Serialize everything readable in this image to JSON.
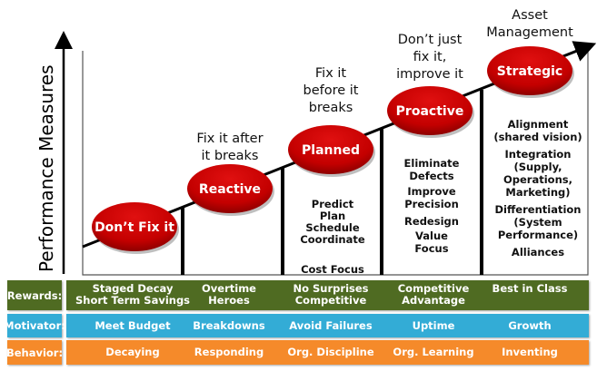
{
  "axis_label": "Performance Measures",
  "stages": [
    {
      "name": "Don’t Fix it",
      "caption": [],
      "details": []
    },
    {
      "name": "Reactive",
      "caption": [
        "Fix it after",
        "it breaks"
      ],
      "details": []
    },
    {
      "name": "Planned",
      "caption": [
        "Fix it",
        "before it",
        "breaks"
      ],
      "details": [
        "Predict",
        "Plan",
        "Schedule",
        "Coordinate",
        "",
        "Cost Focus"
      ]
    },
    {
      "name": "Proactive",
      "caption": [
        "Don’t just",
        "fix it,",
        "improve it"
      ],
      "details": [
        "Eliminate",
        "Defects",
        "Improve",
        "Precision",
        "Redesign",
        "Value",
        "Focus"
      ]
    },
    {
      "name": "Strategic",
      "caption": [
        "Asset",
        "Management"
      ],
      "details": [
        "Alignment",
        "(shared vision)",
        "Integration",
        "(Supply,",
        "Operations,",
        "Marketing)",
        "Differentiation",
        "(System",
        "Performance)",
        "Alliances"
      ]
    }
  ],
  "rows": [
    {
      "label": "Rewards:",
      "color": "#4f6b22",
      "cells": [
        [
          "Staged Decay",
          "Short Term Savings"
        ],
        [
          "Overtime",
          "Heroes"
        ],
        [
          "No Surprises",
          "Competitive"
        ],
        [
          "Competitive",
          "Advantage"
        ],
        [
          "Best in Class"
        ]
      ]
    },
    {
      "label": "Motivator:",
      "color": "#33acd6",
      "cells": [
        [
          "Meet Budget"
        ],
        [
          "Breakdowns"
        ],
        [
          "Avoid Failures"
        ],
        [
          "Uptime"
        ],
        [
          "Growth"
        ]
      ]
    },
    {
      "label": "Behavior:",
      "color": "#f58a2a",
      "cells": [
        [
          "Decaying"
        ],
        [
          "Responding"
        ],
        [
          "Org. Discipline"
        ],
        [
          "Org. Learning"
        ],
        [
          "Inventing"
        ]
      ]
    }
  ],
  "colors": {
    "ellipse": "#c80000",
    "ellipse_dark": "#8e0000"
  }
}
